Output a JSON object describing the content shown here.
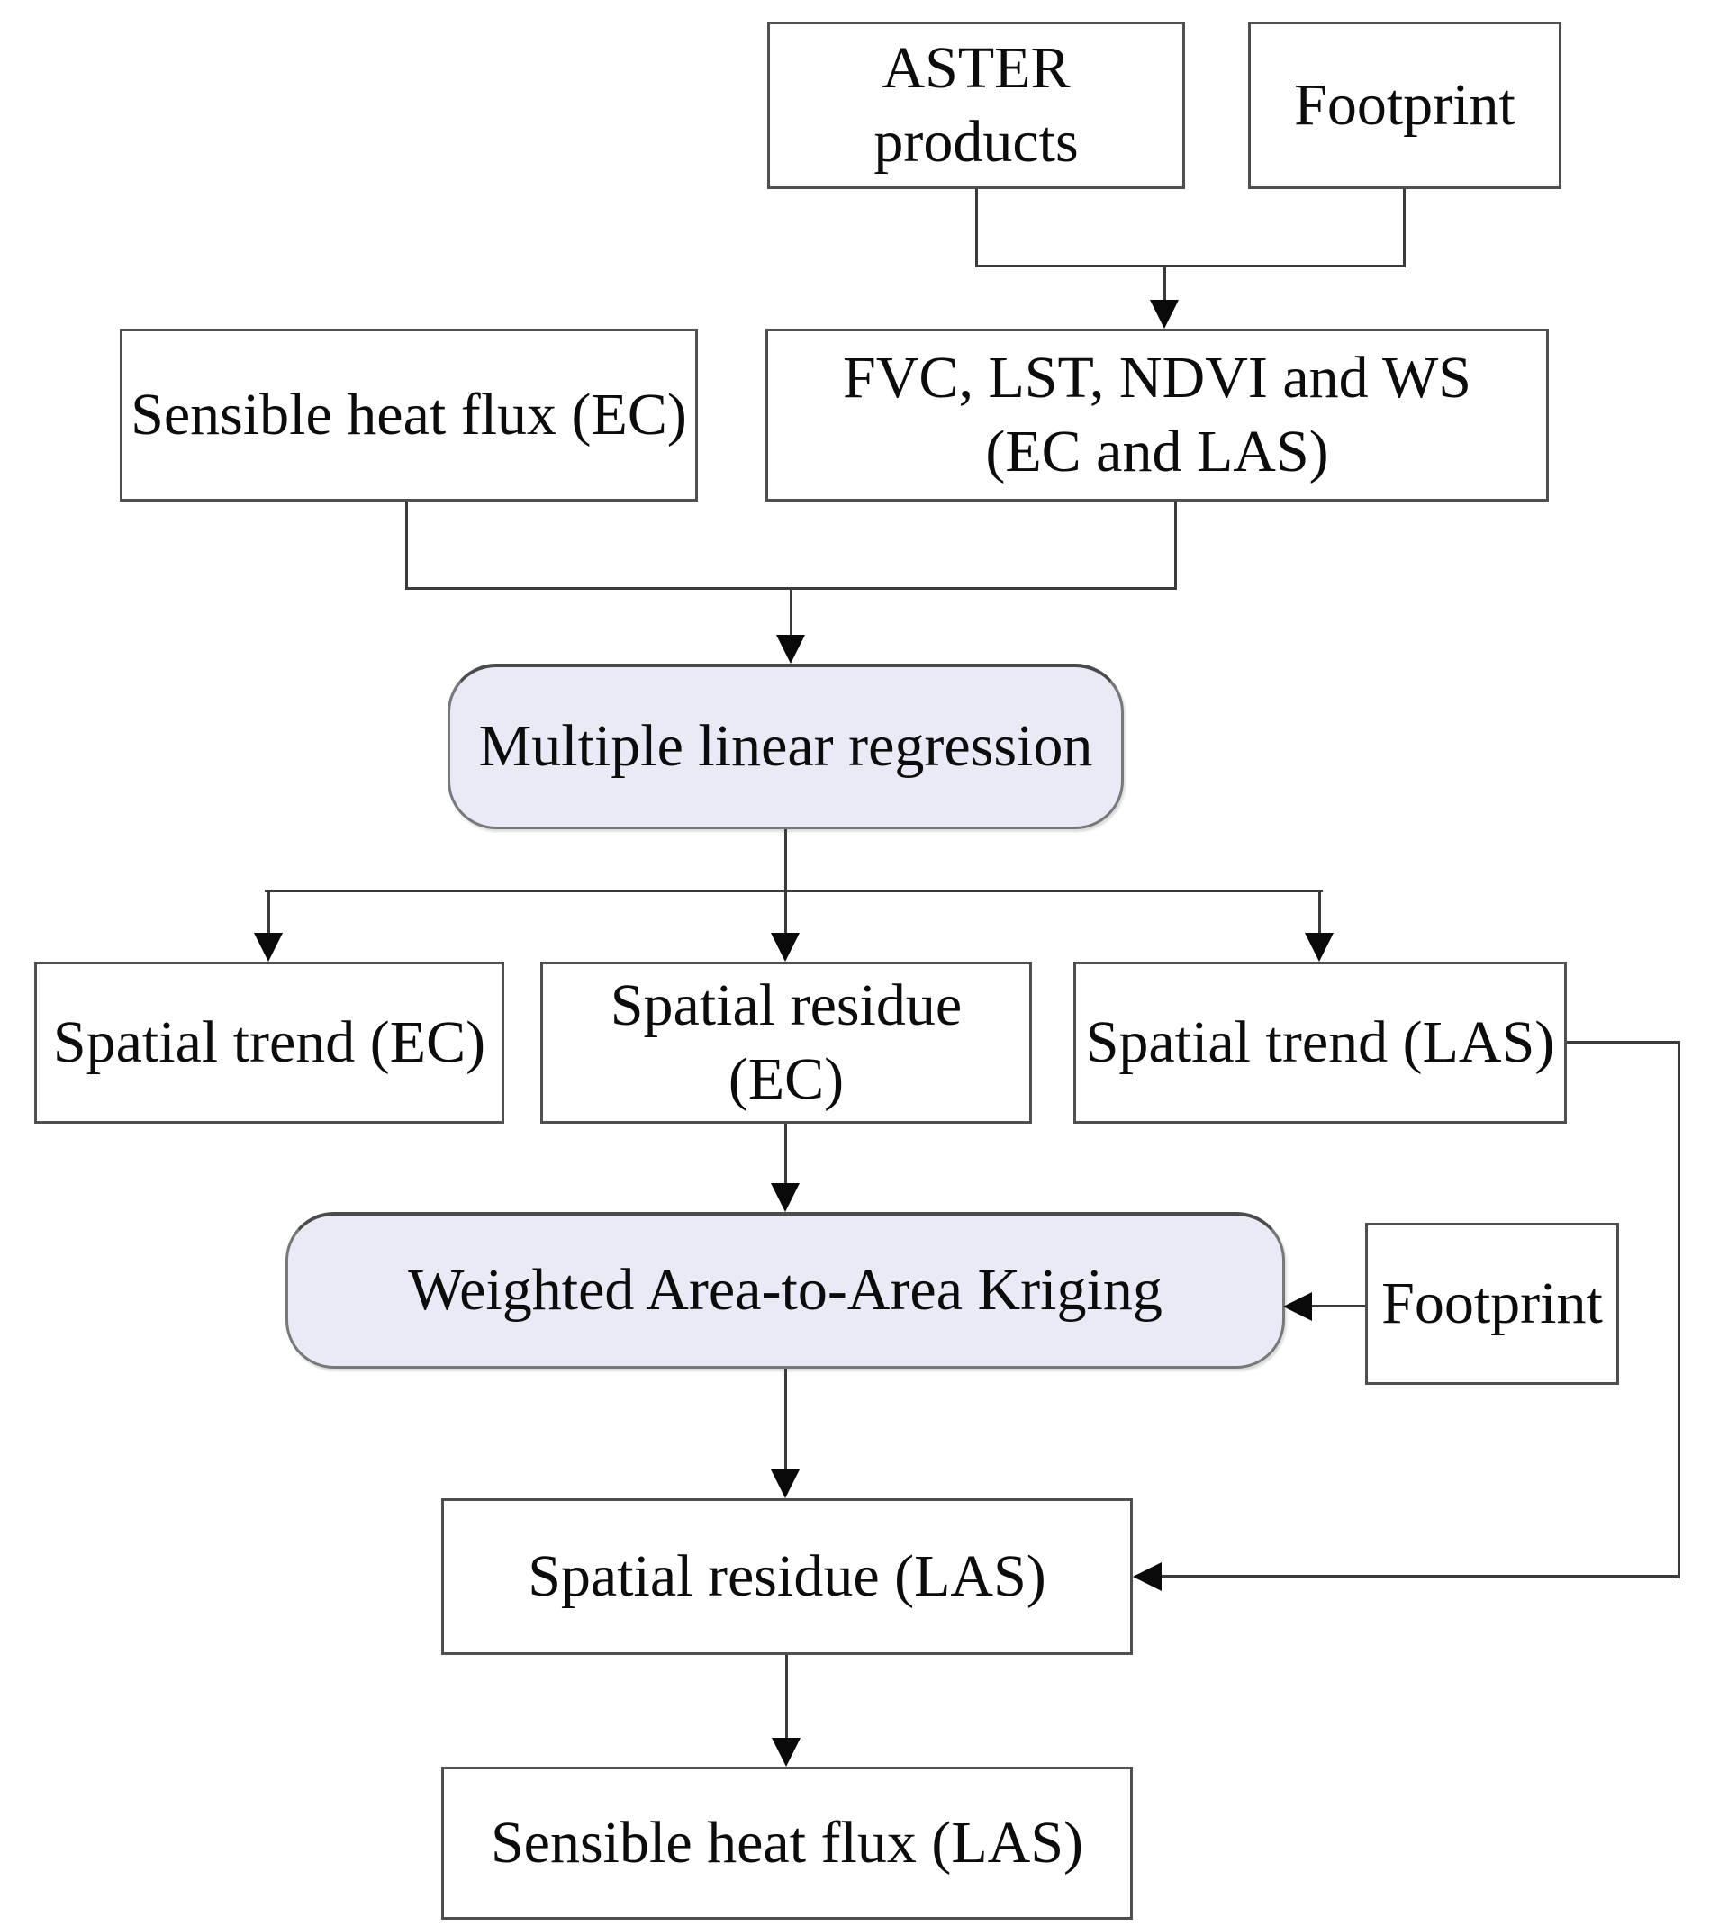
{
  "figure": {
    "type": "flowchart",
    "description": "Workflow combining ASTER products and footprint data through multiple linear regression and weighted area-to-area kriging to derive LAS sensible heat flux"
  },
  "nodes": {
    "aster_products": {
      "label": "ASTER products",
      "shape": "rect"
    },
    "footprint_top": {
      "label": "Footprint",
      "shape": "rect"
    },
    "sensible_heat_flux_ec": {
      "label": "Sensible heat flux (EC)",
      "shape": "rect"
    },
    "fvc_lst_ndvi_ws": {
      "label_line1": "FVC, LST, NDVI and WS",
      "label_line2": "(EC and LAS)",
      "shape": "rect"
    },
    "multiple_linear_regression": {
      "label": "Multiple linear regression",
      "shape": "rounded"
    },
    "spatial_trend_ec": {
      "label": "Spatial trend (EC)",
      "shape": "rect"
    },
    "spatial_residue_ec": {
      "label": "Spatial residue (EC)",
      "shape": "rect"
    },
    "spatial_trend_las": {
      "label": "Spatial trend (LAS)",
      "shape": "rect"
    },
    "weighted_kriging": {
      "label": "Weighted Area-to-Area Kriging",
      "shape": "rounded"
    },
    "footprint_right": {
      "label": "Footprint",
      "shape": "rect"
    },
    "spatial_residue_las": {
      "label": "Spatial residue (LAS)",
      "shape": "rect"
    },
    "sensible_heat_flux_las": {
      "label": "Sensible heat flux (LAS)",
      "shape": "rect"
    }
  },
  "edges": [
    {
      "from": "aster_products",
      "to": "fvc_lst_ndvi_ws"
    },
    {
      "from": "footprint_top",
      "to": "fvc_lst_ndvi_ws"
    },
    {
      "from": "sensible_heat_flux_ec",
      "to": "multiple_linear_regression"
    },
    {
      "from": "fvc_lst_ndvi_ws",
      "to": "multiple_linear_regression"
    },
    {
      "from": "multiple_linear_regression",
      "to": "spatial_trend_ec"
    },
    {
      "from": "multiple_linear_regression",
      "to": "spatial_residue_ec"
    },
    {
      "from": "multiple_linear_regression",
      "to": "spatial_trend_las"
    },
    {
      "from": "spatial_residue_ec",
      "to": "weighted_kriging"
    },
    {
      "from": "footprint_right",
      "to": "weighted_kriging"
    },
    {
      "from": "weighted_kriging",
      "to": "spatial_residue_las"
    },
    {
      "from": "spatial_trend_las",
      "to": "spatial_residue_las"
    },
    {
      "from": "spatial_residue_las",
      "to": "sensible_heat_flux_las"
    }
  ],
  "colors": {
    "bg": "#ffffff",
    "box_fill": "#ffffff",
    "box_border": "#4f4f4f",
    "process_fill": "#eaeaf7",
    "process_border": "#787878",
    "process_border_top": "#4b4b4b",
    "line": "#3a3a3a",
    "arrow": "#0a0a0a",
    "text": "#0c0c0c"
  }
}
